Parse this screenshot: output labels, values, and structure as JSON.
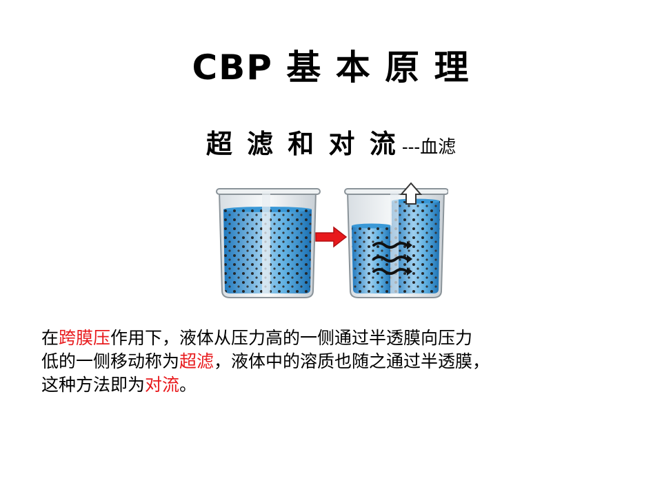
{
  "slide": {
    "title": "CBP 基 本 原 理",
    "subtitle": "超 滤 和 对 流",
    "subtitle_suffix": "---血滤",
    "paragraph": {
      "line1": {
        "t0": "  在",
        "red0": "跨膜压",
        "t1": "作用下，液体从压力高的一侧通过半透膜向压力"
      },
      "line2": {
        "t0": "低的一侧移动称为",
        "red0": "超滤",
        "t1": "，液体中的溶质也随之通过半透膜，"
      },
      "line3": {
        "t0": "这种方法即为",
        "red0": "对流",
        "t1": "。"
      }
    }
  },
  "figure": {
    "water_color": "#2f8fd0",
    "arrow_color": "#e8191c",
    "highlight_color": "#e8191c"
  }
}
